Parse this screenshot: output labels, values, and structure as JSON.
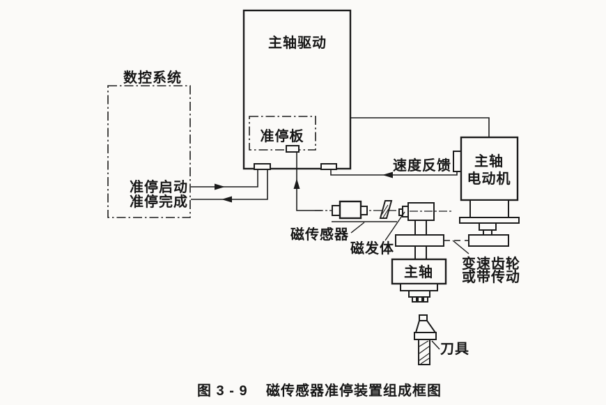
{
  "figure": {
    "caption": {
      "number": "图 3 - 9",
      "title": "磁传感器准停装置组成框图"
    },
    "cnc": {
      "title": "数控系统",
      "signal_start": "准停启动",
      "signal_done": "准停完成"
    },
    "drive": {
      "title": "主轴驱动",
      "board": "准停板"
    },
    "motor": {
      "line1": "主轴",
      "line2": "电动机"
    },
    "feedback": {
      "label": "速度反馈"
    },
    "sensor": {
      "label": "磁传感器"
    },
    "magnet": {
      "label": "磁发体"
    },
    "spindle": {
      "label": "主轴"
    },
    "transmission": {
      "line1": "变速齿轮",
      "line2": "或带传动"
    },
    "tool": {
      "label": "刀具"
    },
    "colors": {
      "ink": "#1b1b1b",
      "paper": "#fbfaf8"
    }
  }
}
